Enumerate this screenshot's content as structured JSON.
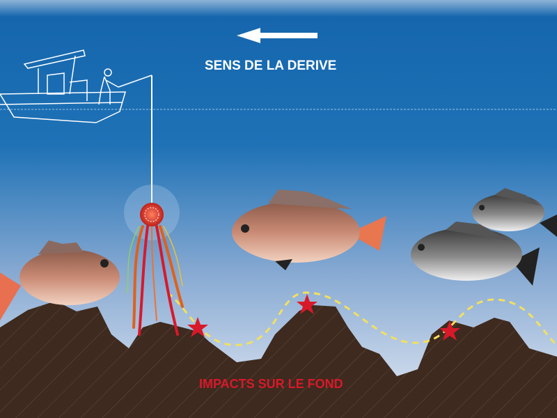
{
  "drift": {
    "label": "SENS DE LA DERIVE",
    "direction": "left"
  },
  "impacts": {
    "label": "IMPACTS SUR LE FOND",
    "count": 3
  },
  "colors": {
    "sea_top": "#1566ad",
    "sea_bottom": "#dfe6f2",
    "seabed": "#3e2a1e",
    "path": "#f2e060",
    "star": "#d8192a",
    "impact_text": "#d8192a"
  }
}
